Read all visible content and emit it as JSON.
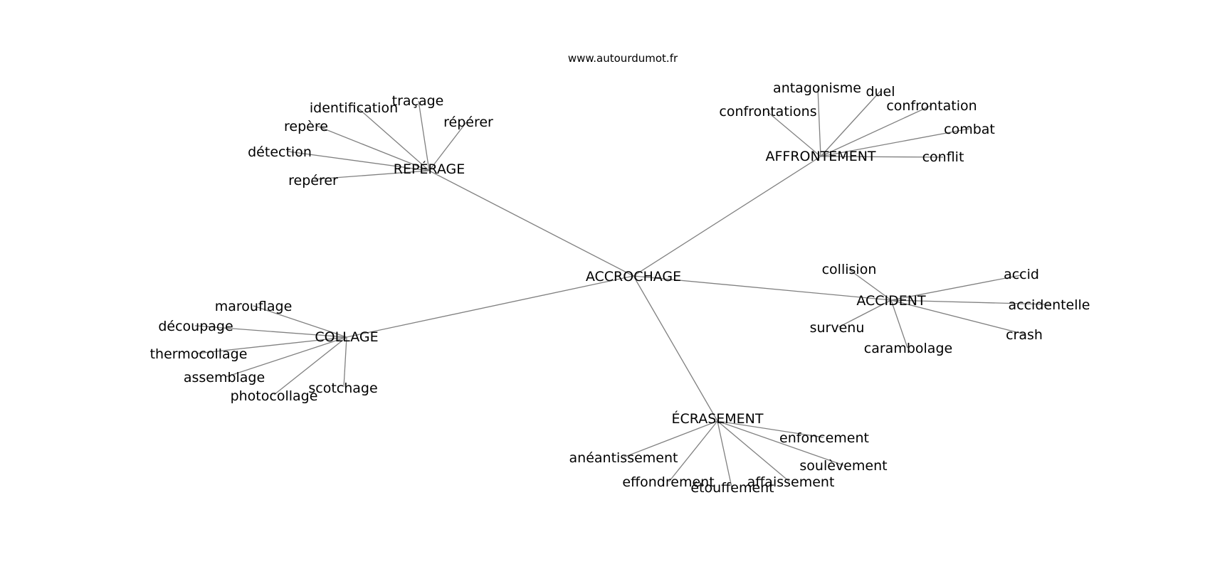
{
  "site": "www.autourdumot.fr",
  "center": "ACCROCHAGE",
  "hubs": [
    {
      "label": "REPÉRAGE",
      "leaves": [
        "identification",
        "traçage",
        "répérer",
        "repère",
        "détection",
        "repérer"
      ]
    },
    {
      "label": "AFFRONTEMENT",
      "leaves": [
        "antagonisme",
        "duel",
        "confrontation",
        "confrontations",
        "combat",
        "conflit"
      ]
    },
    {
      "label": "ACCIDENT",
      "leaves": [
        "collision",
        "accid",
        "accidentelle",
        "survenu",
        "carambolage",
        "crash"
      ]
    },
    {
      "label": "COLLAGE",
      "leaves": [
        "marouflage",
        "découpage",
        "thermocollage",
        "assemblage",
        "photocollage",
        "scotchage"
      ]
    },
    {
      "label": "ÉCRASEMENT",
      "leaves": [
        "enfoncement",
        "anéantissement",
        "soulèvement",
        "effondrement",
        "affaissement",
        "étouffement"
      ]
    }
  ]
}
